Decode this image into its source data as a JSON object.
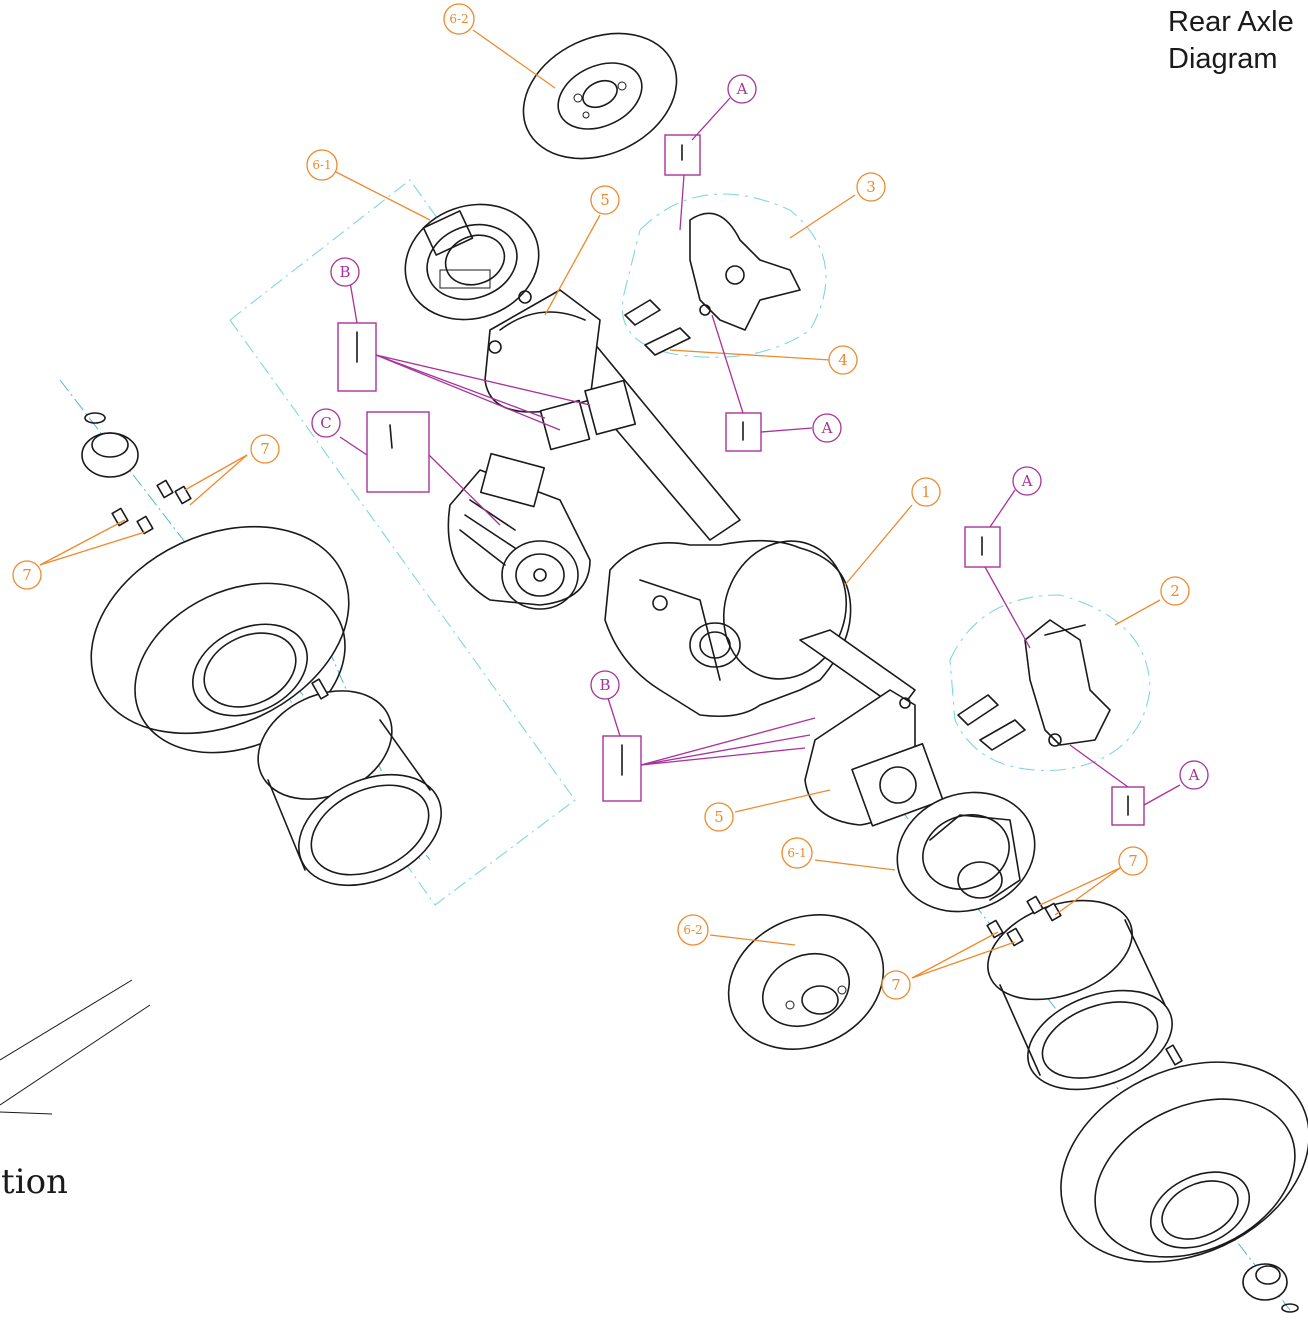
{
  "title": {
    "line1": "Rear Axle",
    "line2": "Diagram"
  },
  "direction_text": "ction",
  "callouts": {
    "c1": "1",
    "c2": "2",
    "c3": "3",
    "c4": "4",
    "c5a": "5",
    "c5b": "5",
    "c61a": "6-1",
    "c61b": "6-1",
    "c62a": "6-2",
    "c62b": "6-2",
    "c7a": "7",
    "c7b": "7",
    "c7c": "7",
    "c7d": "7",
    "a1": "A",
    "a2": "A",
    "a3": "A",
    "a4": "A",
    "b1": "B",
    "b2": "B",
    "cc": "C"
  },
  "colors": {
    "part_callout": "#ee8a2e",
    "fastener_callout": "#a8329a",
    "center_line": "#7fd6e6",
    "line_art": "#1a1a1a"
  }
}
